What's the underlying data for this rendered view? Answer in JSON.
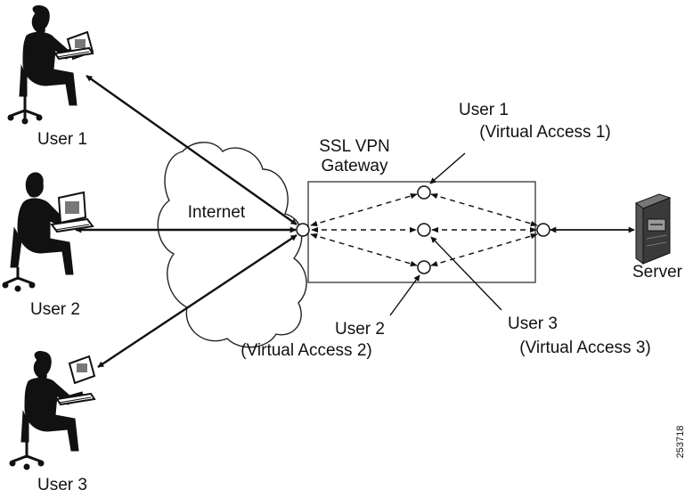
{
  "users": [
    {
      "label": "User 1"
    },
    {
      "label": "User 2"
    },
    {
      "label": "User 3"
    }
  ],
  "internet": {
    "label": "Internet"
  },
  "gateway": {
    "label_line1": "SSL VPN",
    "label_line2": "Gateway"
  },
  "virtual_access": [
    {
      "line1": "User 1",
      "line2": "(Virtual Access 1)"
    },
    {
      "line1": "User 2",
      "line2": "(Virtual Access 2)"
    },
    {
      "line1": "User 3",
      "line2": "(Virtual Access 3)"
    }
  ],
  "server": {
    "label": "Server"
  },
  "figure_id": "253718",
  "colors": {
    "ink": "#111111",
    "background": "#ffffff",
    "cloud_fill": "#ffffff"
  }
}
